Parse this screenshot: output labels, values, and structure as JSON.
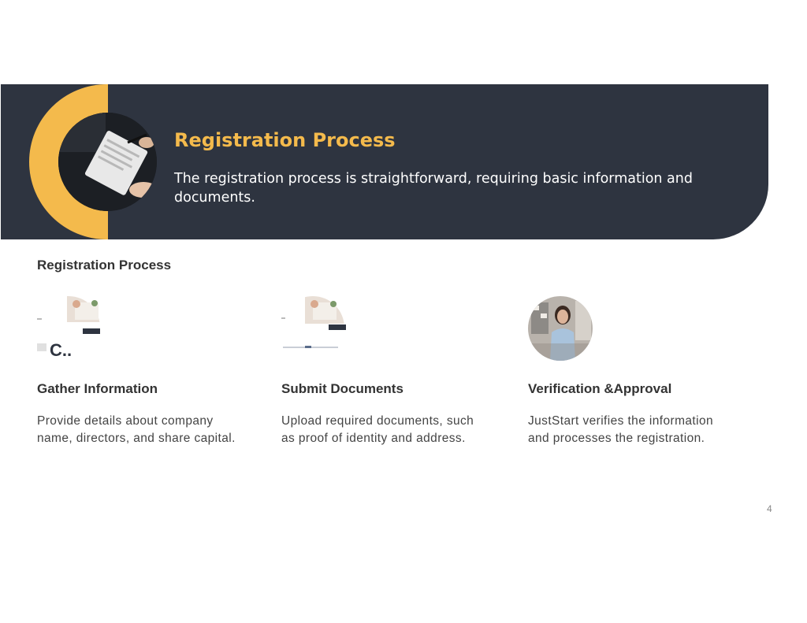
{
  "banner": {
    "title": "Registration Process",
    "subtitle": "The registration process is straightforward, requiring basic information and documents.",
    "accent_color": "#f4ba4c",
    "background_color": "#2e3440"
  },
  "section_heading": "Registration Process",
  "steps": [
    {
      "title": "Gather Information",
      "description": "Provide details about company name, directors, and share capital.",
      "icon": "clipboard-photo-icon"
    },
    {
      "title": "Submit Documents",
      "description": "Upload required documents, such as proof of identity and address.",
      "icon": "documents-photo-icon"
    },
    {
      "title": "Verification &Approval",
      "description": "JustStart verifies the information and processes the registration.",
      "icon": "person-photo-icon"
    }
  ],
  "page_number": "4"
}
